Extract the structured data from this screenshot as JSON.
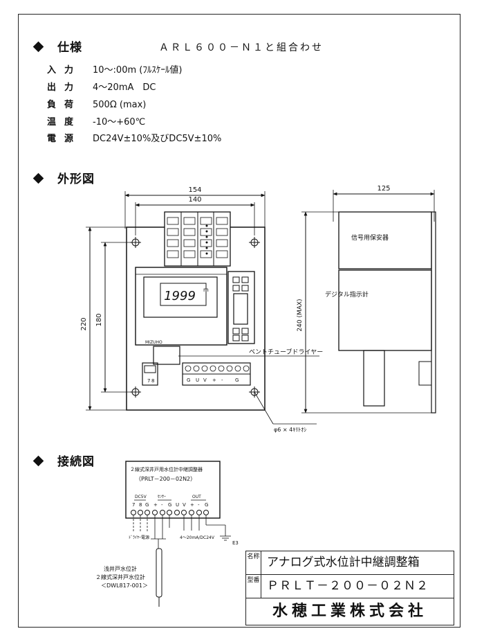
{
  "spec": {
    "title": "仕様",
    "subtitle": "ＡＲＬ６００－Ｎ１と組合わせ",
    "rows": [
      {
        "key": "入力",
        "value": "10～:00m (ﾌﾙｽｹｰﾙ値)"
      },
      {
        "key": "出力",
        "value": "4～20mA　DC"
      },
      {
        "key": "負荷",
        "value": "500Ω (max)"
      },
      {
        "key": "温度",
        "value": "-10～+60℃"
      },
      {
        "key": "電源",
        "value": "DC24V±10%及びDC5V±10%"
      }
    ]
  },
  "outline": {
    "title": "外形図",
    "dims": {
      "w154": "154",
      "w140": "140",
      "h220": "220",
      "h180": "180",
      "w125": "125",
      "h240": "240 (MAX)"
    },
    "display_value": "1999",
    "display_unit": "m",
    "brand": "MIZUHO",
    "terminal_labels": [
      "7",
      "8",
      "G",
      "U",
      "V",
      "+",
      "-",
      "G"
    ],
    "label_signal": "信号用保安器",
    "label_digital": "デジタル指示計",
    "label_vent": "ベントチューブドライヤー",
    "label_hole": "φ6 × 4ｷﾘﾄｵｼ"
  },
  "wiring": {
    "title": "接続図",
    "box_title": "２線式深井戸用水位計中継調整器",
    "box_model": "（PRLT－200－02N2）",
    "group_dc5v": "DC5V",
    "group_sensor": "ｾﾝｻｰ",
    "group_out": "OUT",
    "terminal_labels": [
      "7",
      "8",
      "G",
      "+",
      "-",
      "G",
      "U",
      "V",
      "+",
      "-",
      "G"
    ],
    "label_driver": "ﾄﾞﾗｲﾔｰ電源",
    "label_output": "4～20mA/DC24V",
    "label_earth": "E3",
    "sensor_label1": "浅井戸水位計",
    "sensor_label2": "２線式深井戸水位計",
    "sensor_model": "＜DWL817-001＞"
  },
  "title_block": {
    "name_label": "名称",
    "name_value": "アナログ式水位計中継調整箱",
    "model_label": "型番",
    "model_value": "ＰＲＬＴ－２００－０２Ｎ２",
    "company": "水穂工業株式会社"
  }
}
